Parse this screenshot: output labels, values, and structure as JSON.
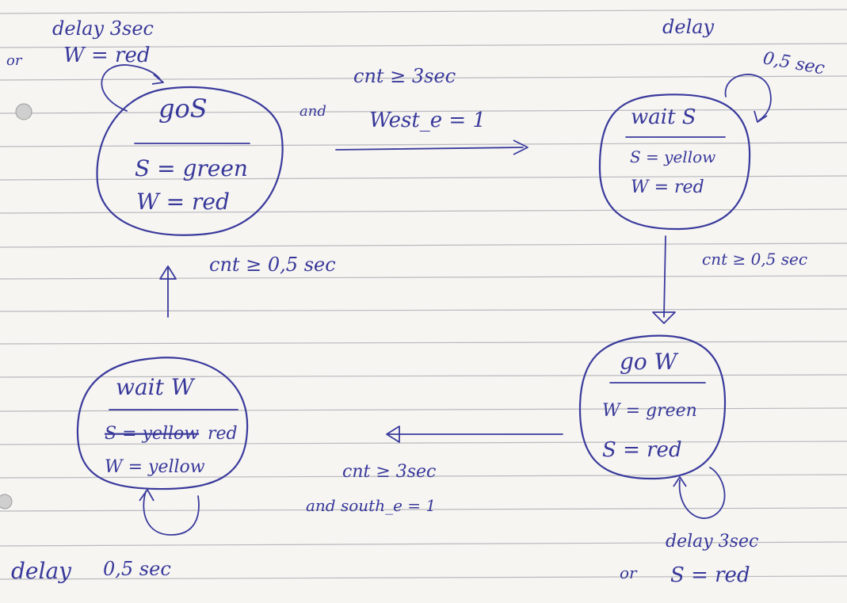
{
  "colors": {
    "paper": "#f6f5f2",
    "ink": "#38389a",
    "rule_lines": "#b9b9bd"
  },
  "states": {
    "goS": {
      "name": "goS",
      "output1": "S = green",
      "output2": "W = red"
    },
    "waitS": {
      "name": "wait S",
      "output1": "S = yellow",
      "output2": "W = red"
    },
    "goW": {
      "name": "go W",
      "output1": "W = green",
      "output2": "S = red"
    },
    "waitW": {
      "name": "wait W",
      "output1_struck": "S = yellow",
      "output1_correction": "red",
      "output2": "W = yellow"
    }
  },
  "transitions": {
    "goS_to_waitS": {
      "line1": "cnt ≥ 3sec",
      "joiner": "and",
      "line2": "West_e = 1"
    },
    "waitS_to_goW": {
      "line1": "cnt ≥ 0,5 sec"
    },
    "goW_to_waitW": {
      "line1": "cnt ≥ 3sec",
      "line2": "and south_e = 1"
    },
    "waitW_to_goS": {
      "line1": "cnt ≥ 0,5 sec"
    }
  },
  "self_loops": {
    "goS": {
      "line1": "delay 3sec",
      "joiner": "or",
      "line2": "W = red"
    },
    "waitS": {
      "line1": "delay",
      "line2": "0,5 sec"
    },
    "goW": {
      "line1": "delay 3sec",
      "joiner": "or",
      "line2": "S = red"
    },
    "waitW": {
      "line1": "delay",
      "line2": "0,5 sec"
    }
  }
}
